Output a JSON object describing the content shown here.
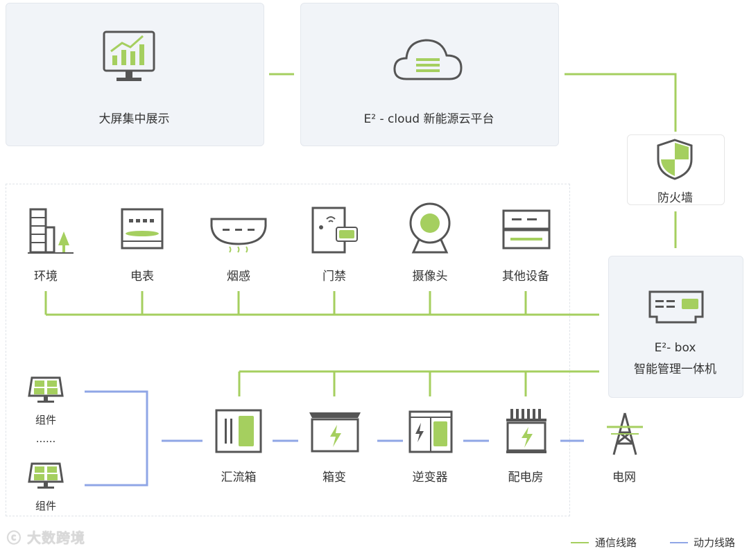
{
  "cards": {
    "display": "大屏集中展示",
    "cloud": "E²  - cloud 新能源云平台",
    "firewall": "防火墙",
    "box_line1": "E²- box",
    "box_line2": "智能管理一体机"
  },
  "devices": [
    "环境",
    "电表",
    "烟感",
    "门禁",
    "摄像头",
    "其他设备"
  ],
  "power_chain": [
    "汇流箱",
    "箱变",
    "逆变器",
    "配电房",
    "电网"
  ],
  "modules": {
    "top": "组件",
    "dots": "......",
    "bottom": "组件"
  },
  "legend": {
    "comm": "通信线路",
    "power": "动力线路"
  },
  "watermark": "大数跨境",
  "colors": {
    "comm": "#a5cf5f",
    "power": "#8fa6e6",
    "accent": "#a5cf5f",
    "icon": "#555555"
  }
}
